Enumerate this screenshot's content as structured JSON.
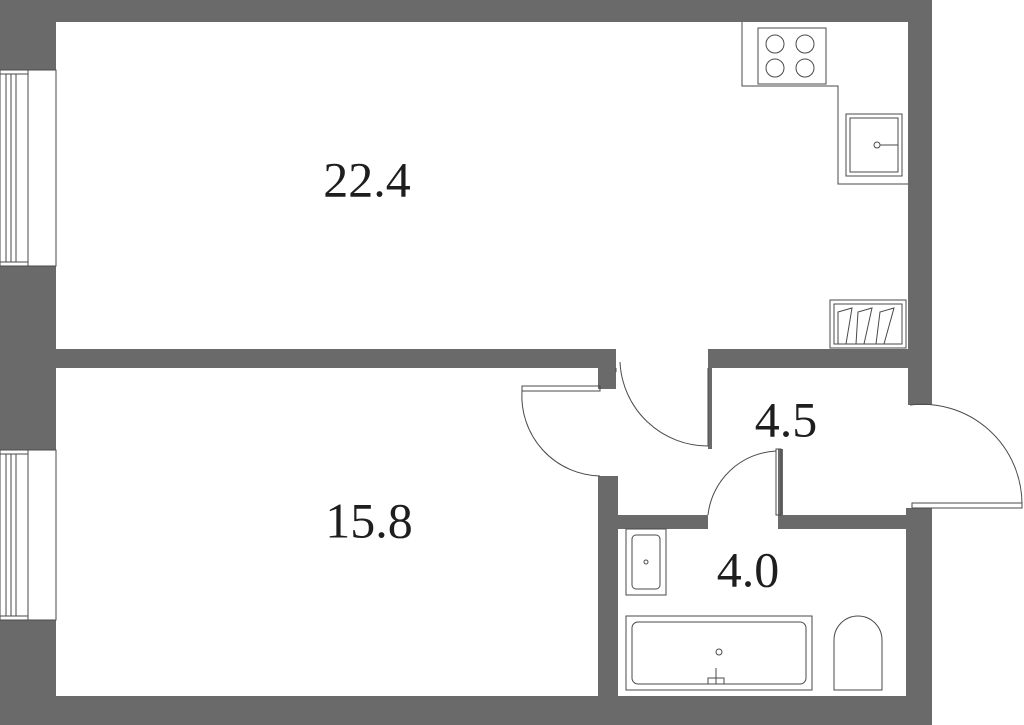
{
  "rooms": [
    {
      "id": "living-room",
      "area": "22.4"
    },
    {
      "id": "bedroom",
      "area": "15.8"
    },
    {
      "id": "hallway",
      "area": "4.5"
    },
    {
      "id": "bathroom",
      "area": "4.0"
    }
  ],
  "colors": {
    "wall": "#6a6a6a",
    "line": "#4a4a4a",
    "background": "#ffffff"
  }
}
